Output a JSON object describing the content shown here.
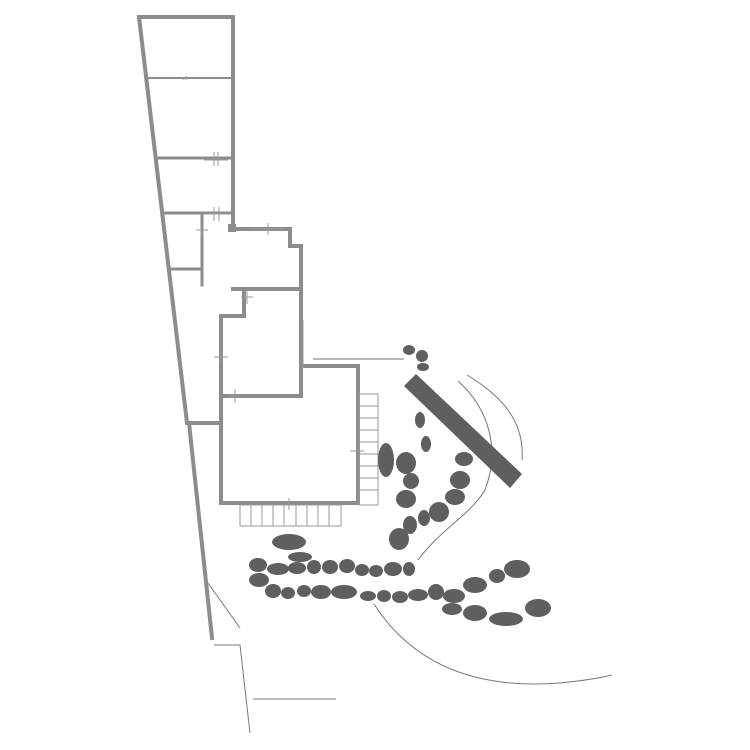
{
  "colors": {
    "background": "#ffffff",
    "wall": "#8c8c8c",
    "stone": "#5f5f5f",
    "thin_line": "#777777",
    "deck_line": "#9a9a9a"
  },
  "elements": {
    "building": "building-floor-plan",
    "stone_path": "stepping-stone-path",
    "planter": "planter-bed",
    "contours": "landscape-contour-lines"
  }
}
